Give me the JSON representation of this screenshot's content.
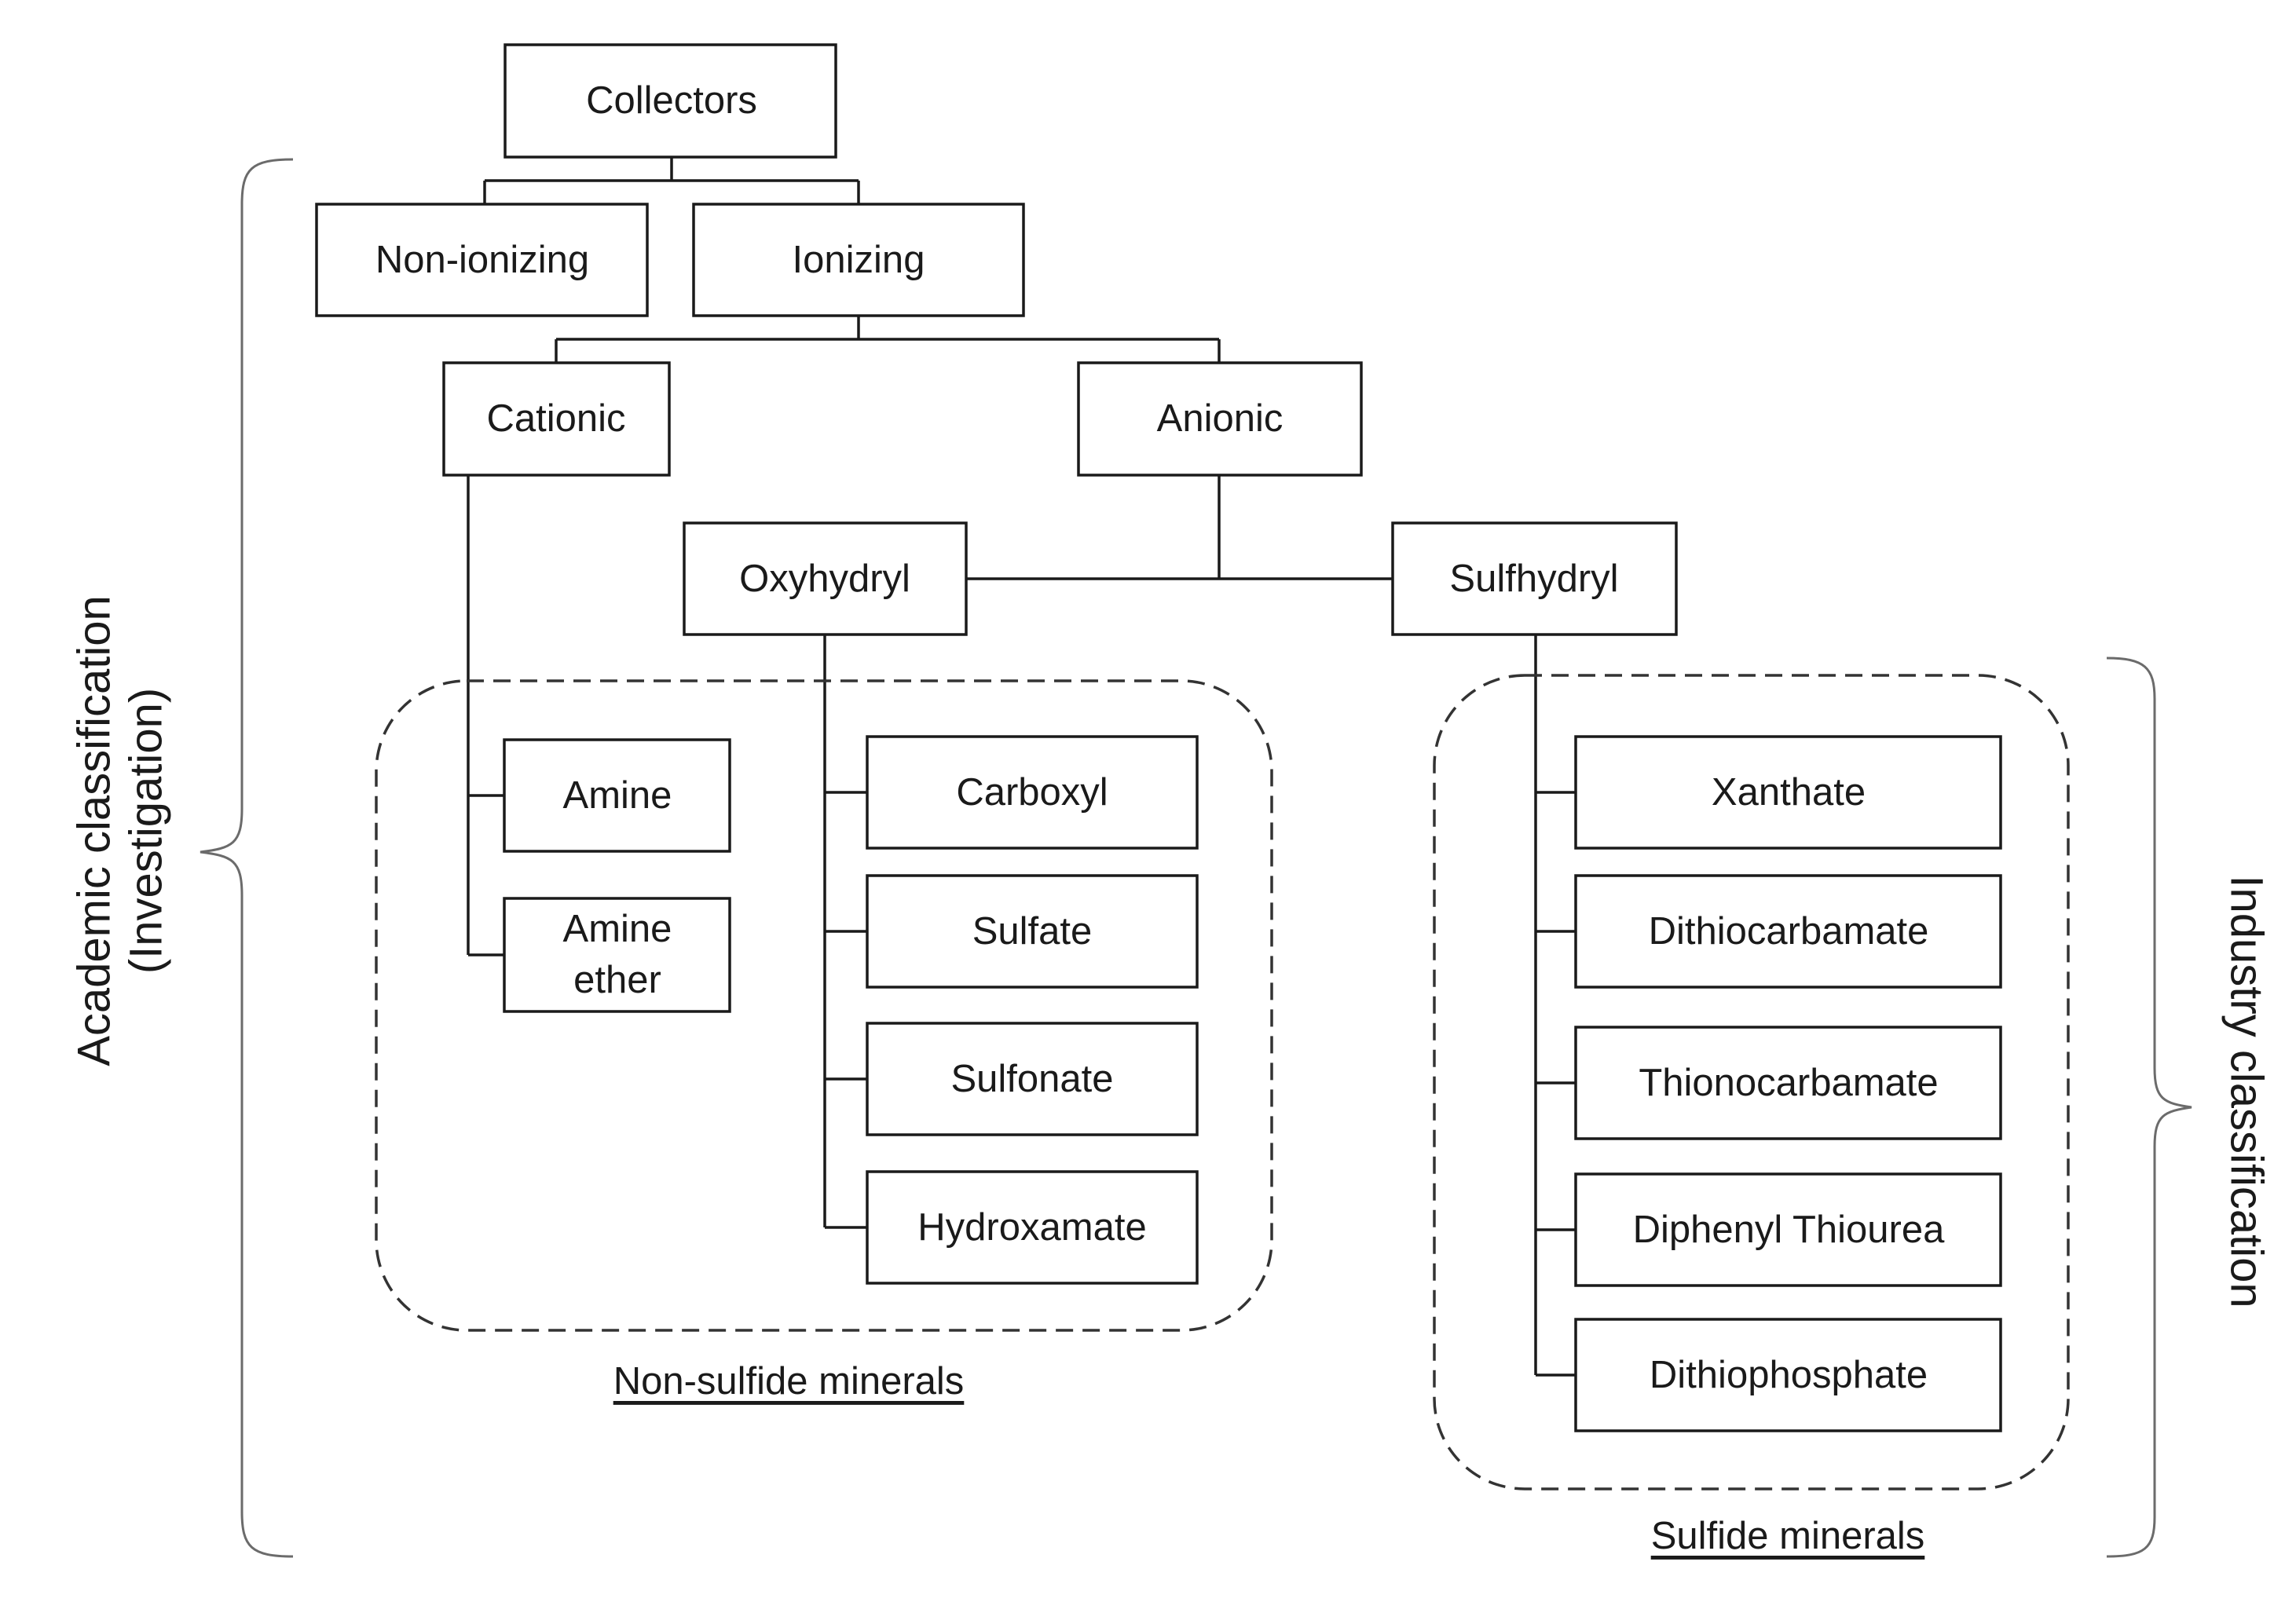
{
  "nodes": {
    "collectors": "Collectors",
    "non_ionizing": "Non-ionizing",
    "ionizing": "Ionizing",
    "cationic": "Cationic",
    "anionic": "Anionic",
    "oxyhydryl": "Oxyhydryl",
    "sulfhydryl": "Sulfhydryl",
    "amine": "Amine",
    "amine_ether": [
      "Amine",
      "ether"
    ],
    "carboxyl": "Carboxyl",
    "sulfate": "Sulfate",
    "sulfonate": "Sulfonate",
    "hydroxamate": "Hydroxamate",
    "xanthate": "Xanthate",
    "dithiocarbamate": "Dithiocarbamate",
    "thionocarbamate": "Thionocarbamate",
    "diphenyl_thiourea": "Diphenyl Thiourea",
    "dithiophosphate": "Dithiophosphate"
  },
  "groups": {
    "non_sulfide": "Non-sulfide minerals",
    "sulfide": "Sulfide minerals"
  },
  "side_labels": {
    "academic": [
      "Academic classification",
      "(Investigation)"
    ],
    "industry": "Industry classification"
  }
}
